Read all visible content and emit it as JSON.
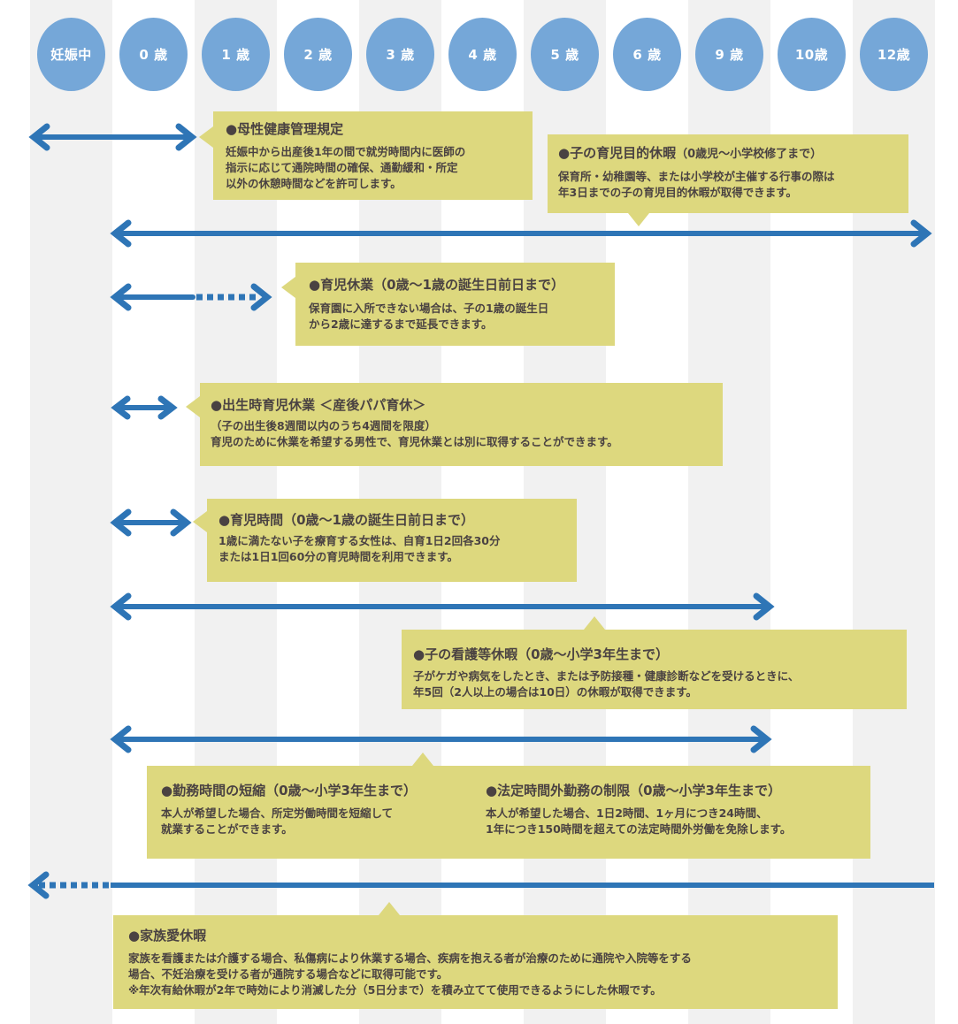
{
  "timeline": {
    "stages": [
      "妊娠中",
      "0 歳",
      "1 歳",
      "2 歳",
      "3 歳",
      "4 歳",
      "5 歳",
      "6 歳",
      "9 歳",
      "10歳",
      "12歳"
    ]
  },
  "colors": {
    "stage_circle": "#75A7D8",
    "arrow": "#2E75B6",
    "box": "#DDD87E",
    "text": "#4A4242",
    "stripe": "#F1F1F1"
  },
  "items": {
    "maternal_health": {
      "title": "●母性健康管理規定",
      "lines": [
        "妊娠中から出産後1年の間で就労時間内に医師の",
        "指示に応じて通院時間の確保、通勤緩和・所定",
        "以外の休憩時間などを許可します。"
      ]
    },
    "childcare_purpose_leave": {
      "title": "●子の育児目的休暇",
      "title_note": "（0歳児〜小学校修了まで）",
      "lines": [
        "保育所・幼稚園等、または小学校が主催する行事の際は",
        "年3日までの子の育児目的休暇が取得できます。"
      ]
    },
    "childcare_leave": {
      "title": "●育児休業（0歳〜1歳の誕生日前日まで）",
      "lines": [
        "保育園に入所できない場合は、子の1歳の誕生日",
        "から2歳に達するまで延長できます。"
      ]
    },
    "postnatal_paternity_leave": {
      "title": "●出生時育児休業 ＜産後パパ育休＞",
      "lines": [
        "（子の出生後8週間以内のうち4週間を限度）",
        "育児のために休業を希望する男性で、育児休業とは別に取得することができます。"
      ]
    },
    "nursing_time": {
      "title": "●育児時間（0歳〜1歳の誕生日前日まで）",
      "lines": [
        "1歳に満たない子を療育する女性は、自育1日2回各30分",
        "または1日1回60分の育児時間を利用できます。"
      ]
    },
    "sick_child_leave": {
      "title": "●子の看護等休暇（0歳〜小学3年生まで）",
      "lines": [
        "子がケガや病気をしたとき、または予防接種・健康診断などを受けるときに、",
        "年5回（2人以上の場合は10日）の休暇が取得できます。"
      ]
    },
    "reduced_hours": {
      "title": "●勤務時間の短縮（0歳〜小学3年生まで）",
      "lines": [
        "本人が希望した場合、所定労働時間を短縮して",
        "就業することができます。"
      ]
    },
    "overtime_limit": {
      "title": "●法定時間外勤務の制限（0歳〜小学3年生まで）",
      "lines": [
        "本人が希望した場合、1日2時間、1ヶ月につき24時間、",
        "1年につき150時間を超えての法定時間外労働を免除します。"
      ]
    },
    "family_leave": {
      "title": "●家族愛休暇",
      "lines": [
        "家族を看護または介護する場合、私傷病により休業する場合、疾病を抱える者が治療のために通院や入院等をする",
        "場合、不妊治療を受ける者が通院する場合などに取得可能です。",
        "※年次有給休暇が2年で時効により消滅した分（5日分まで）を積み立てて使用できるようにした休暇です。"
      ]
    }
  }
}
